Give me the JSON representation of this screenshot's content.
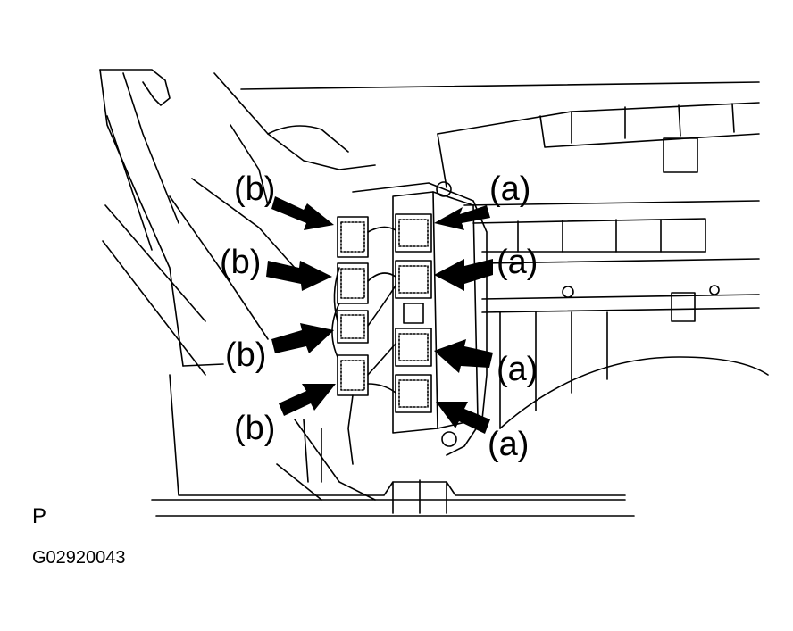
{
  "figure": {
    "labels_a": [
      "(a)",
      "(a)",
      "(a)",
      "(a)"
    ],
    "labels_b": [
      "(b)",
      "(b)",
      "(b)",
      "(b)"
    ],
    "view_letter": "P",
    "figure_code": "G02920043"
  }
}
